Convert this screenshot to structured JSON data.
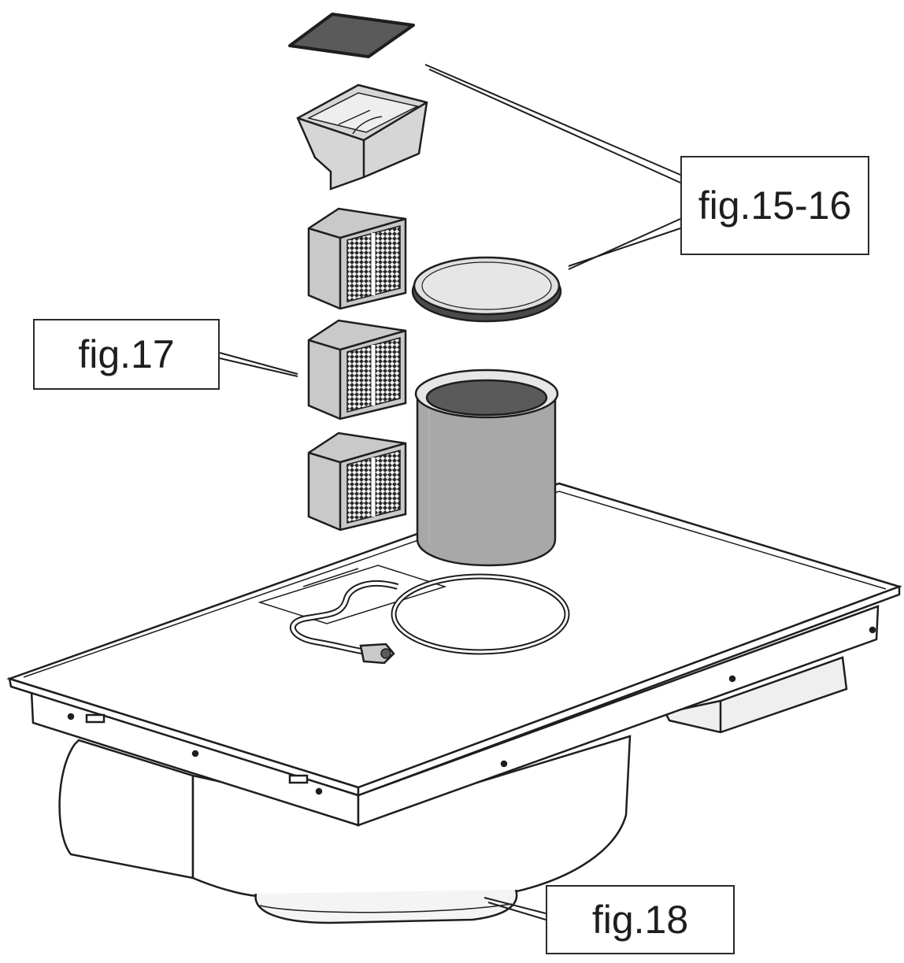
{
  "callouts": {
    "fig15_16": "fig.15-16",
    "fig17": "fig.17",
    "fig18": "fig.18"
  },
  "colors": {
    "line": "#1e1e1e",
    "filter_grey": "#c9c9c9",
    "cylinder_grey": "#a8a8a8",
    "dark_grey": "#5a5a5a"
  }
}
